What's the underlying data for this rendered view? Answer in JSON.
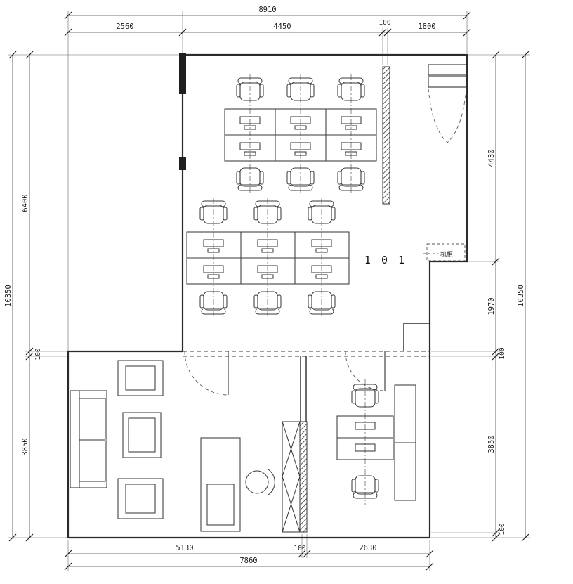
{
  "drawing": {
    "room_number": "1 0 1",
    "cabinet_label": "机柜",
    "ink_color": "#2b2b2b"
  },
  "dims": {
    "top_overall": "8910",
    "top_1": "2560",
    "top_2": "4450",
    "top_3": "100",
    "top_4": "1800",
    "left_overall": "10350",
    "left_1": "6400",
    "left_2": "100",
    "left_3": "3850",
    "right_overall": "10350",
    "right_1": "4430",
    "right_2": "1970",
    "right_3": "100",
    "right_4": "3850",
    "right_5": "100",
    "bottom_1": "5130",
    "bottom_2": "100",
    "bottom_3": "2630",
    "bottom_overall": "7860"
  }
}
